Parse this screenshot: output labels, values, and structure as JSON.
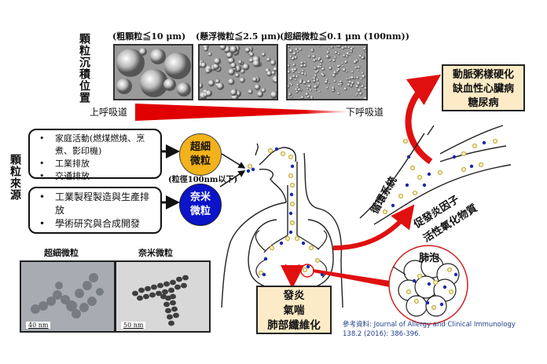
{
  "deposition": {
    "side_label": "顆粒沉積位置",
    "particles": [
      {
        "label": "(粗顆粒≦10 μm)",
        "image": "coarse-particles-image"
      },
      {
        "label": "(懸浮微粒≦2.5 μm)",
        "image": "fine-particles-image"
      },
      {
        "label": "(超細微粒≦0.1 μm (100nm))",
        "image": "ultrafine-particles-image"
      }
    ],
    "gradient_start": "上呼吸道",
    "gradient_end": "下呼吸道"
  },
  "sources": {
    "side_label": "顆粒來源",
    "box1": [
      "家庭活動(燃煤燃燒、烹煮、影印機)",
      "工業排放",
      "交通排放"
    ],
    "box2": [
      "工業製程製造與生產排放",
      "學術研究與合成開發"
    ],
    "ultrafine_circle": "超細微粒",
    "nano_circle": "奈米微粒",
    "size_note": "(粒徑100nm以下)"
  },
  "tem": {
    "ultrafine_title": "超細微粒",
    "ultrafine_scale": "40 nm",
    "nano_title": "奈米微粒",
    "nano_scale": "50 nm"
  },
  "effects": {
    "systemic_box": [
      "動脈粥樣硬化",
      "缺血性心臟病",
      "糖尿病"
    ],
    "circulation_label": "循環系統",
    "factors": [
      "促發炎因子",
      "活性氧化物質"
    ],
    "lung_box": [
      "發炎",
      "氣喘",
      "肺部纖維化"
    ],
    "alveoli_label": "肺泡"
  },
  "reference": {
    "text": "參考資料: Journal of Allergy and Clinical Immunology 138.2 (2016): 386-396."
  },
  "colors": {
    "ultrafine": "#f2b21a",
    "nano": "#0b14c8",
    "arrow_red": "#e01010",
    "box_fill": "#fcebc6",
    "yellow_dot": "#c8b44a",
    "blue_dot": "#1a2aa8"
  }
}
